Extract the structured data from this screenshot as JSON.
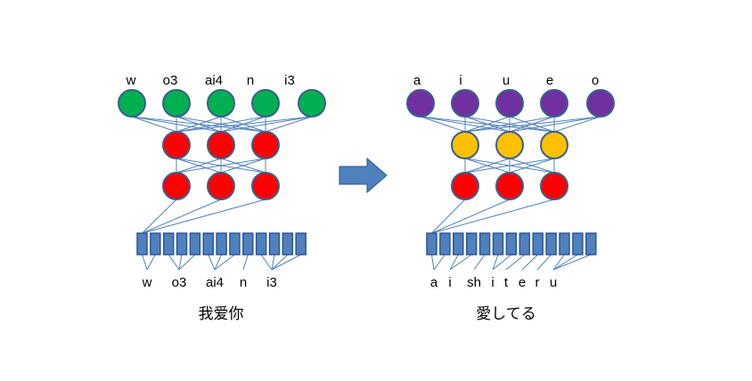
{
  "colors": {
    "line": "#4F81BD",
    "stroke": "#3A5F8F",
    "rect_fill": "#4F81BD",
    "rect_stroke": "#2F5597",
    "arrow_fill": "#4F81BD"
  },
  "networks": [
    {
      "id": "chinese",
      "caption": "我爱你",
      "output_labels": [
        "w",
        "o3",
        "ai4",
        "n",
        "i3"
      ],
      "output_color": "#00B050",
      "hidden_colors": [
        "#FF0000",
        "#FF0000"
      ],
      "input_units": 13,
      "input_groups": [
        {
          "label": "w",
          "units": [
            0,
            1
          ]
        },
        {
          "label": "o3",
          "units": [
            2,
            3,
            4
          ]
        },
        {
          "label": "ai4",
          "units": [
            5,
            6,
            7
          ]
        },
        {
          "label": "n",
          "units": [
            8
          ]
        },
        {
          "label": "i3",
          "units": [
            9,
            10,
            11,
            12
          ]
        }
      ]
    },
    {
      "id": "japanese",
      "caption": "愛してる",
      "output_labels": [
        "a",
        "i",
        "u",
        "e",
        "o"
      ],
      "output_color": "#7030A0",
      "hidden_colors": [
        "#FFC000",
        "#FF0000"
      ],
      "input_units": 13,
      "input_groups": [
        {
          "label": "a",
          "units": [
            0,
            1
          ]
        },
        {
          "label": "i",
          "units": [
            2,
            3
          ]
        },
        {
          "label": "sh",
          "units": [
            4
          ]
        },
        {
          "label": "i",
          "units": [
            5,
            6
          ]
        },
        {
          "label": "t",
          "units": [
            7
          ]
        },
        {
          "label": "e",
          "units": [
            8
          ]
        },
        {
          "label": "r",
          "units": [
            9
          ]
        },
        {
          "label": "u",
          "units": [
            10,
            11,
            12
          ]
        }
      ]
    }
  ],
  "transfer_arrow": "right-arrow"
}
